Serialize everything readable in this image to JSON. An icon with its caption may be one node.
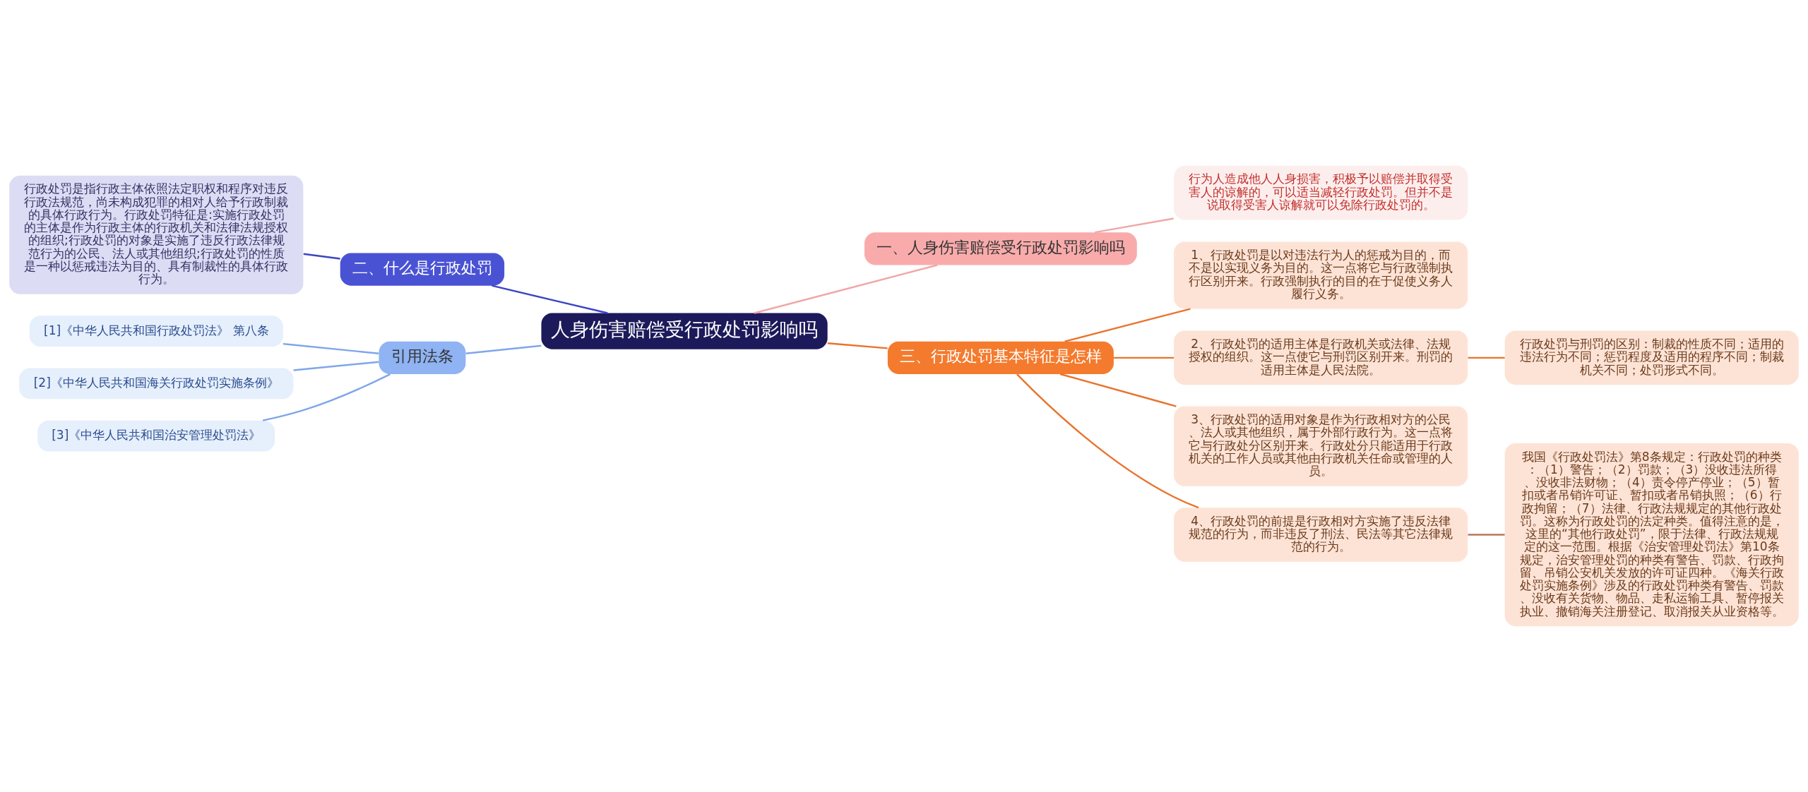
{
  "diagram": {
    "nodes": [
      {
        "text": [
          "人身伤害赔偿受行政处罚影响吗"
        ]
      },
      {
        "text": [
          "一、人身伤害赔偿受行政处罚影响吗"
        ]
      },
      {
        "text": [
          "行为人造成他人人身损害，积极予以赔偿并取得受害人的谅解的，可以适当减轻行政处罚。但并不是说取得受害人谅解就可以免除行政处罚的。"
        ]
      },
      {
        "text": [
          "二、什么是行政处罚"
        ]
      },
      {
        "text": [
          "行政处罚是指行政主体依照法定职权和程序对违反行政法规范，尚未构成犯罪的相对人给予行政制裁的具体行政行为。行政处罚特征是:实施行政处罚的主体是作为行政主体的行政机关和法律法规授权的组织;行政处罚的对象是实施了违反行政法律规范行为的公民、法人或其他组织;行政处罚的性质是一种以惩戒违法为目的、具有制裁性的具体行政行为。"
        ]
      },
      {
        "text": [
          "引用法条"
        ]
      },
      {
        "text": [
          "[1]《中华人民共和国行政处罚法》 第八条"
        ]
      },
      {
        "text": [
          "[2]《中华人民共和国海关行政处罚实施条例》"
        ]
      },
      {
        "text": [
          "[3]《中华人民共和国治安管理处罚法》"
        ]
      },
      {
        "text": [
          "三、行政处罚基本特征是怎样"
        ]
      },
      {
        "text": [
          "1、行政处罚是以对违法行为人的惩戒为目的，而不是以实现义务为目的。这一点将它与行政强制执行区别开来。行政强制执行的目的在于促使义务人履行义务。"
        ]
      },
      {
        "text": [
          "2、行政处罚的适用主体是行政机关或法律、法规授权的组织。这一点使它与刑罚区别开来。刑罚的适用主体是人民法院。"
        ]
      },
      {
        "text": [
          "行政处罚与刑罚的区别：制裁的性质不同；适用的违法行为不同；惩罚程度及适用的程序不同；制裁机关不同；处罚形式不同。"
        ]
      },
      {
        "text": [
          "3、行政处罚的适用对象是作为行政相对方的公民、法人或其他组织，属于外部行政行为。这一点将它与行政处分区别开来。行政处分只能适用于行政机关的工作人员或其他由行政机关任命或管理的人员。"
        ]
      },
      {
        "text": [
          "4、行政处罚的前提是行政相对方实施了违反法律规范的行为，而非违反了刑法、民法等其它法律规范的行为。"
        ]
      },
      {
        "text": [
          "我国《行政处罚法》第8条规定：行政处罚的种类：（1）警告；（2）罚款；（3）没收违法所得、没收非法财物；（4）责令停产停业；（5）暂扣或者吊销许可证、暂扣或者吊销执照；（6）行政拘留；（7）法律、行政法规规定的其他行政处罚。这称为行政处罚的法定种类。值得注意的是，这里的“其他行政处罚”，限于法律、行政法规规定的这一范围。根据《治安管理处罚法》第10条规定，治安管理处罚的种类有警告、罚款、行政拘留、吊销公安机关发放的许可证四种。《海关行政处罚实施条例》涉及的行政处罚种类有警告、罚款、没收有关货物、物品、走私运输工具、暂停报关执业、撤销海关注册登记、取消报关从业资格等。"
        ]
      }
    ],
    "edges": [
      {
        "from": 0,
        "to": 1,
        "arrow": "none",
        "color": "#f0a8a8"
      },
      {
        "from": 1,
        "to": 2,
        "arrow": "none",
        "color": "#f0a8a8"
      },
      {
        "from": 0,
        "to": 3,
        "arrow": "none",
        "color": "#3b44c4"
      },
      {
        "from": 3,
        "to": 4,
        "arrow": "none",
        "color": "#3b44c4"
      },
      {
        "from": 0,
        "to": 5,
        "arrow": "none",
        "color": "#7fa6ea"
      },
      {
        "from": 5,
        "to": 6,
        "arrow": "none",
        "color": "#7fa6ea"
      },
      {
        "from": 5,
        "to": 7,
        "arrow": "none",
        "color": "#7fa6ea"
      },
      {
        "from": 5,
        "to": 8,
        "arrow": "none",
        "color": "#7fa6ea"
      },
      {
        "from": 0,
        "to": 9,
        "arrow": "none",
        "color": "#e8742e"
      },
      {
        "from": 9,
        "to": 10,
        "arrow": "none",
        "color": "#e8742e"
      },
      {
        "from": 9,
        "to": 11,
        "arrow": "none",
        "color": "#e8742e"
      },
      {
        "from": 11,
        "to": 12,
        "arrow": "none",
        "color": "#e8742e"
      },
      {
        "from": 9,
        "to": 13,
        "arrow": "none",
        "color": "#e8742e"
      },
      {
        "from": 9,
        "to": 14,
        "arrow": "none",
        "color": "#e8742e"
      },
      {
        "from": 14,
        "to": 15,
        "arrow": "none",
        "color": "#b8785a"
      }
    ]
  }
}
